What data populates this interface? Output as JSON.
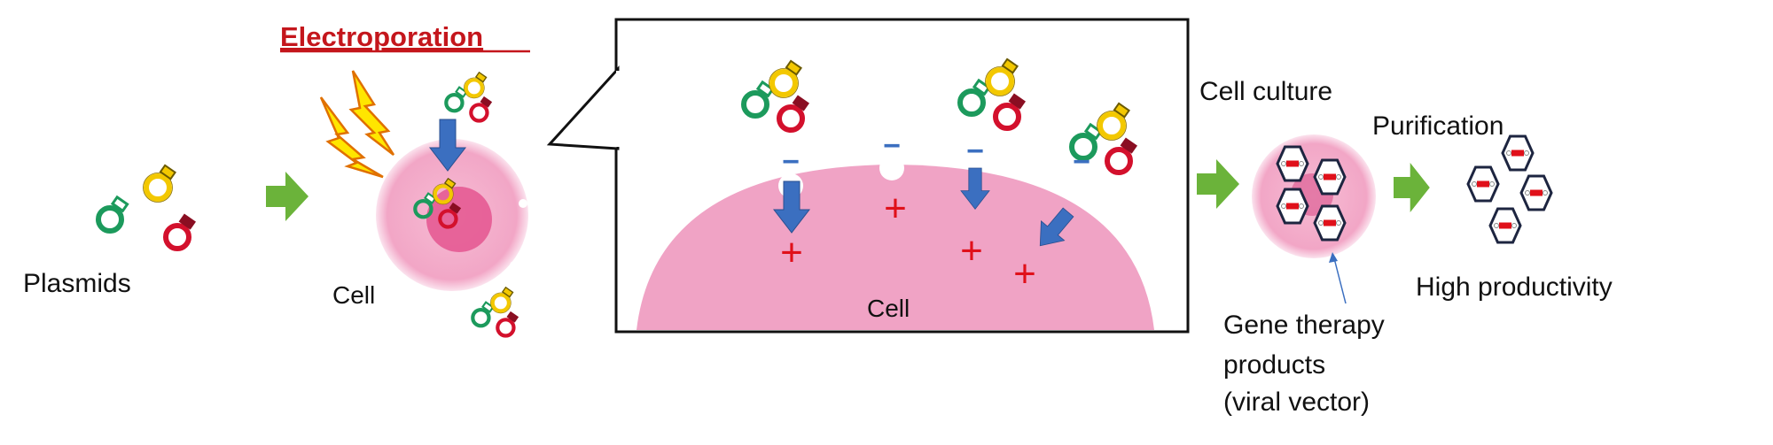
{
  "labels": {
    "plasmids": "Plasmids",
    "electroporation": "Electroporation",
    "cell_left": "Cell",
    "cell_callout": "Cell",
    "cell_culture": "Cell culture",
    "purification": "Purification",
    "high_productivity": "High productivity",
    "gene_therapy": [
      "Gene therapy",
      "products",
      "(viral vector)"
    ]
  },
  "charges": {
    "minus": "−",
    "plus": "+"
  },
  "colors": {
    "plasmid_green": "#1c9a5c",
    "plasmid_yellow": "#f3c800",
    "plasmid_red": "#d3102c",
    "process_arrow": "#6bb33a",
    "entry_arrow": "#3b6fc0",
    "cell_pink": "#f2a9c8",
    "nucleus": "#e4558f",
    "title_red": "#c4161c",
    "charge_red": "#e0101a",
    "charge_blue": "#3b6fc0"
  },
  "icons": [
    "plasmid-icon",
    "lightning-icon",
    "green-arrow-icon",
    "blue-arrow-icon",
    "viral-vector-hexagon-icon"
  ]
}
